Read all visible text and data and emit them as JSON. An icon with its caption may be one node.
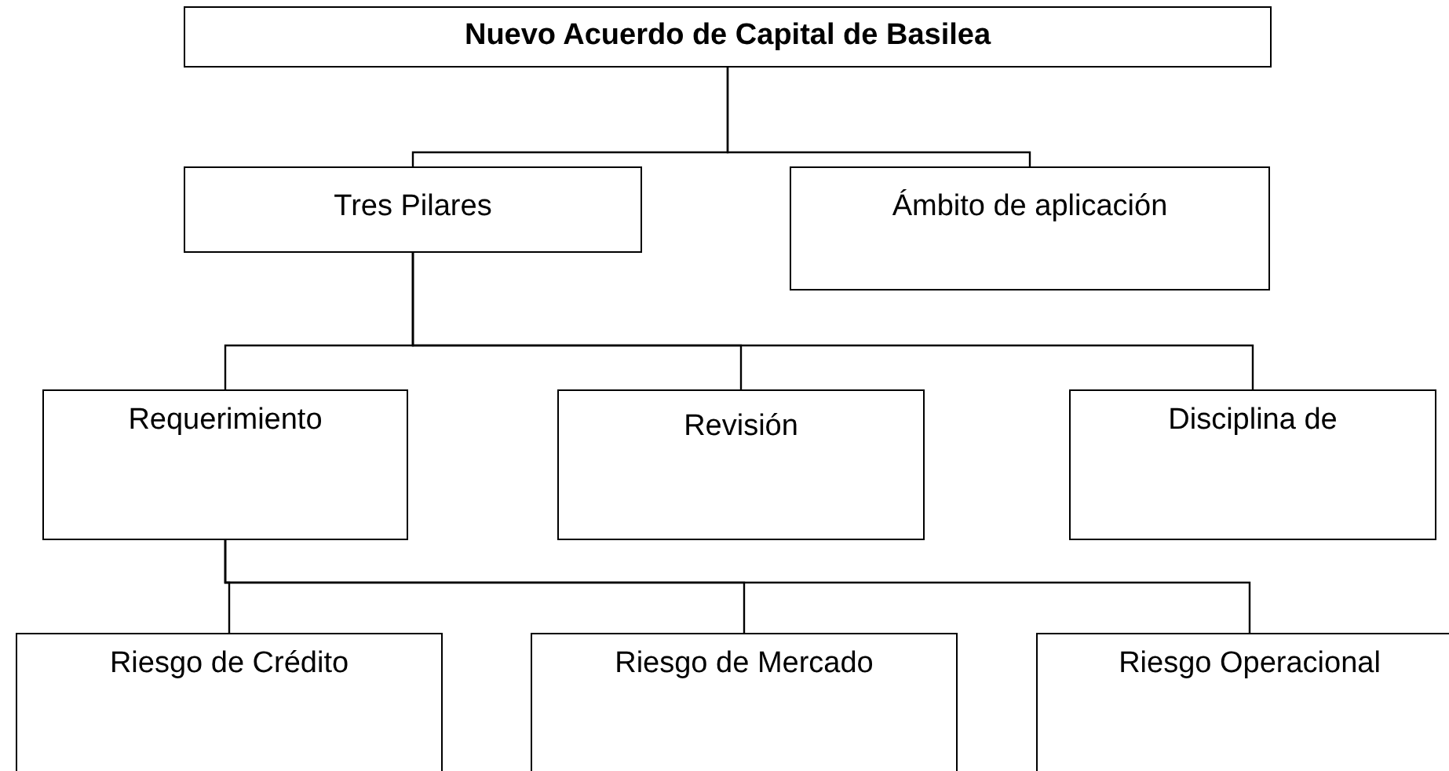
{
  "diagram": {
    "nodes": [
      {
        "text": [
          "Nuevo Acuerdo de Capital de Basilea"
        ]
      },
      {
        "text": [
          "Tres Pilares"
        ]
      },
      {
        "text": [
          "Ámbito de aplicación"
        ]
      },
      {
        "text": [
          "Requerimiento"
        ]
      },
      {
        "text": [
          "Revisión"
        ]
      },
      {
        "text": [
          "Disciplina de"
        ]
      },
      {
        "text": [
          "Riesgo de Crédito"
        ]
      },
      {
        "text": [
          "Riesgo de Mercado"
        ]
      },
      {
        "text": [
          "Riesgo Operacional"
        ]
      }
    ],
    "edges": [
      {
        "from": 0,
        "to": 1,
        "arrow": "none"
      },
      {
        "from": 0,
        "to": 2,
        "arrow": "none"
      },
      {
        "from": 1,
        "to": 3,
        "arrow": "none"
      },
      {
        "from": 1,
        "to": 4,
        "arrow": "none"
      },
      {
        "from": 1,
        "to": 5,
        "arrow": "none"
      },
      {
        "from": 3,
        "to": 6,
        "arrow": "none"
      },
      {
        "from": 3,
        "to": 7,
        "arrow": "none"
      },
      {
        "from": 3,
        "to": 8,
        "arrow": "none"
      }
    ]
  }
}
